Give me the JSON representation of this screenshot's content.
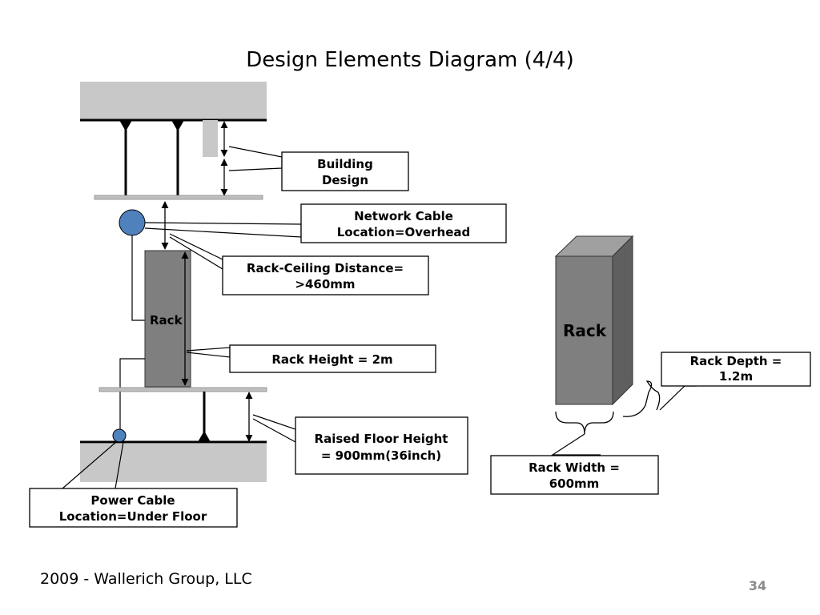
{
  "slide": {
    "title": "Design Elements Diagram (4/4)",
    "footer": "2009 - Wallerich Group, LLC",
    "page_number": "34"
  },
  "diagram": {
    "labels": {
      "building_design": [
        "Building",
        "Design"
      ],
      "network_cable": [
        "Network Cable",
        "Location=Overhead"
      ],
      "rack_ceiling_distance": [
        "Rack-Ceiling Distance=",
        ">460mm"
      ],
      "rack_small": "Rack",
      "rack_height": [
        "Rack Height = 2m"
      ],
      "raised_floor_height": [
        "Raised Floor Height",
        "= 900mm(36inch)"
      ],
      "power_cable": [
        "Power Cable",
        "Location=Under Floor"
      ],
      "rack_3d": "Rack",
      "rack_depth": [
        "Rack Depth =",
        "1.2m"
      ],
      "rack_width": [
        "Rack Width =",
        "600mm"
      ]
    },
    "colors": {
      "slab": "#c8c8c8",
      "rack_front": "#7f7f7f",
      "rack_top": "#a0a0a0",
      "rack_side": "#5f5f5f",
      "cable": "#4f81bd",
      "ceiling_panel": "#bfbfbf"
    }
  }
}
